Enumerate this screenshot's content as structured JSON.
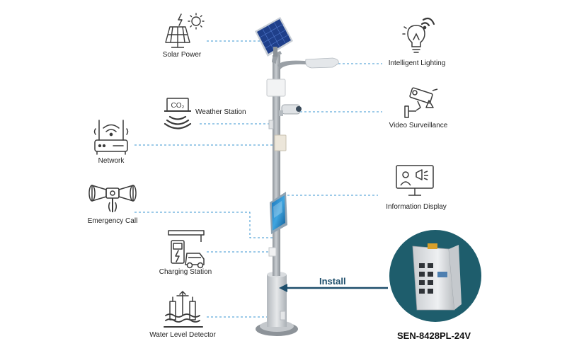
{
  "diagram": {
    "labels": {
      "solar_power": "Solar Power",
      "intelligent_lighting": "Intelligent Lighting",
      "weather_station": "Weather Station",
      "video_surveillance": "Video Surveillance",
      "network": "Network",
      "information_display": "Information Display",
      "emergency_call": "Emergency Call",
      "charging_station": "Charging Station",
      "water_level_detector": "Water Level Detector",
      "install": "Install",
      "model": "SEN-8428PL-24V"
    },
    "icons": {
      "co2_text": "CO₂"
    },
    "colors": {
      "teal": "#1e5d6c",
      "icon": "#3a3a3a",
      "connector": "#3a96d1",
      "pole": "#a5abb1"
    }
  }
}
